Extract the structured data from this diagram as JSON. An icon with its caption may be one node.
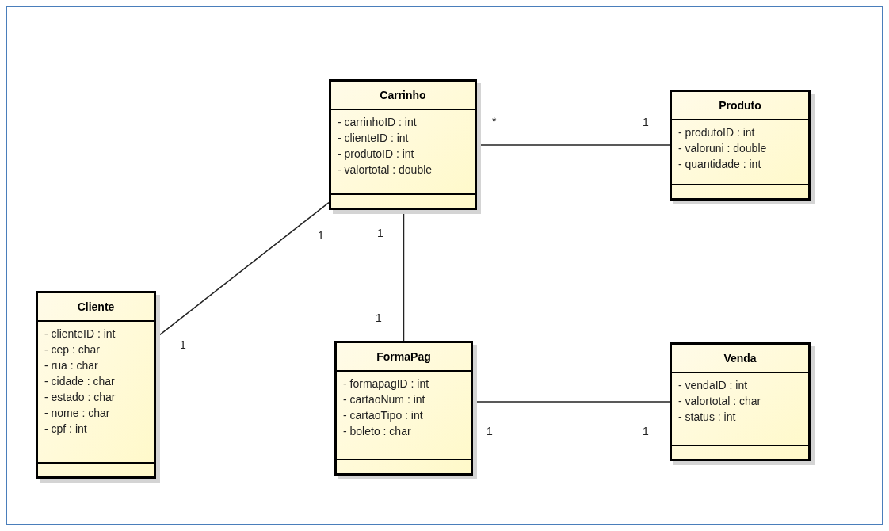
{
  "diagram": {
    "nodes": [
      {
        "text": [
          "Carrinho",
          "- carrinhoID : int",
          "- clienteID : int",
          "- produtoID : int",
          "- valortotal : double"
        ]
      },
      {
        "text": [
          "Produto",
          "- produtoID : int",
          "- valoruni : double",
          "- quantidade : int"
        ]
      },
      {
        "text": [
          "Cliente",
          "- clienteID : int",
          "- cep : char",
          "- rua : char",
          "- cidade : char",
          "- estado : char",
          "- nome : char",
          "- cpf : int"
        ]
      },
      {
        "text": [
          "FormaPag",
          "- formapagID : int",
          "- cartaoNum : int",
          "- cartaoTipo : int",
          "- boleto : char"
        ]
      },
      {
        "text": [
          "Venda",
          "- vendaID : int",
          "- valortotal : char",
          "- status : int"
        ]
      }
    ],
    "edges": [
      {
        "from": 0,
        "to": 1,
        "arrow": "none"
      },
      {
        "from": 0,
        "to": 2,
        "arrow": "none"
      },
      {
        "from": 0,
        "to": 3,
        "arrow": "none"
      },
      {
        "from": 3,
        "to": 4,
        "arrow": "none"
      }
    ],
    "labels": [
      "*",
      "1",
      "1",
      "1",
      "1",
      "1",
      "1",
      "1"
    ]
  }
}
